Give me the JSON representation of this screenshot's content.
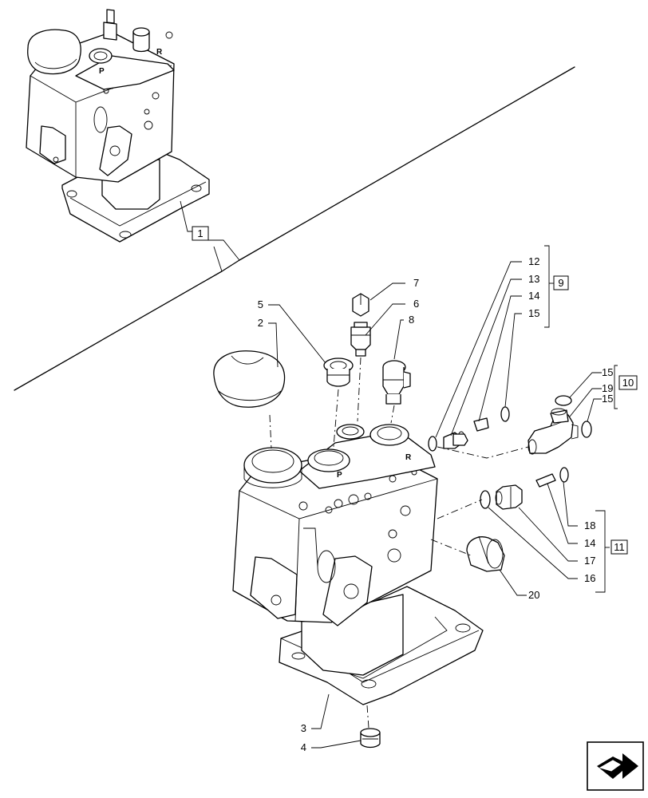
{
  "callouts": {
    "c1": "1",
    "c2": "2",
    "c3": "3",
    "c4": "4",
    "c5": "5",
    "c6": "6",
    "c7": "7",
    "c8": "8",
    "c9": "9",
    "c10": "10",
    "c11": "11",
    "c12": "12",
    "c13": "13",
    "c14a": "14",
    "c15a": "15",
    "c15b": "15",
    "c19": "19",
    "c15c": "15",
    "c18": "18",
    "c14b": "14",
    "c17": "17",
    "c16": "16",
    "c20": "20"
  },
  "engraving": {
    "r_small": "R",
    "p_small": "P",
    "r_main": "R",
    "p_main": "P"
  },
  "nav_icon": "next-page-arrow-icon"
}
